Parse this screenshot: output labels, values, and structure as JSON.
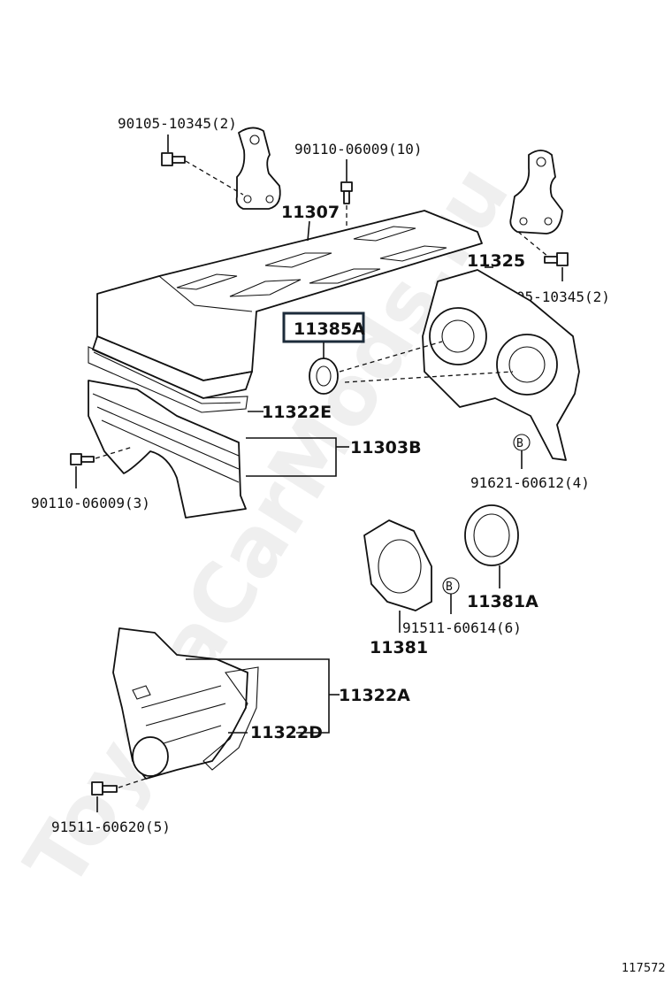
{
  "watermark": "ToyotaCarMods.ru",
  "diagram_id": "117572",
  "labels": {
    "bolt_90105_top": "90105-10345(2)",
    "screw_90110_top": "90110-06009(10)",
    "cover_11307": "11307",
    "gasket_11325": "11325",
    "bolt_90105_right": "90105-10345(2)",
    "seal_highlight": "11385A",
    "gasket_11322e": "11322E",
    "cover_11303b": "11303B",
    "screw_90110_left": "90110-06009(3)",
    "bolt_91621": "91621-60612(4)",
    "seal_11381a": "11381A",
    "bolt_91511_mid": "91511-60614(6)",
    "retainer_11381": "11381",
    "gasket_11322a": "11322A",
    "gasket_11322d": "11322D",
    "bolt_91511_bottom": "91511-60620(5)",
    "marker_b": "B"
  }
}
